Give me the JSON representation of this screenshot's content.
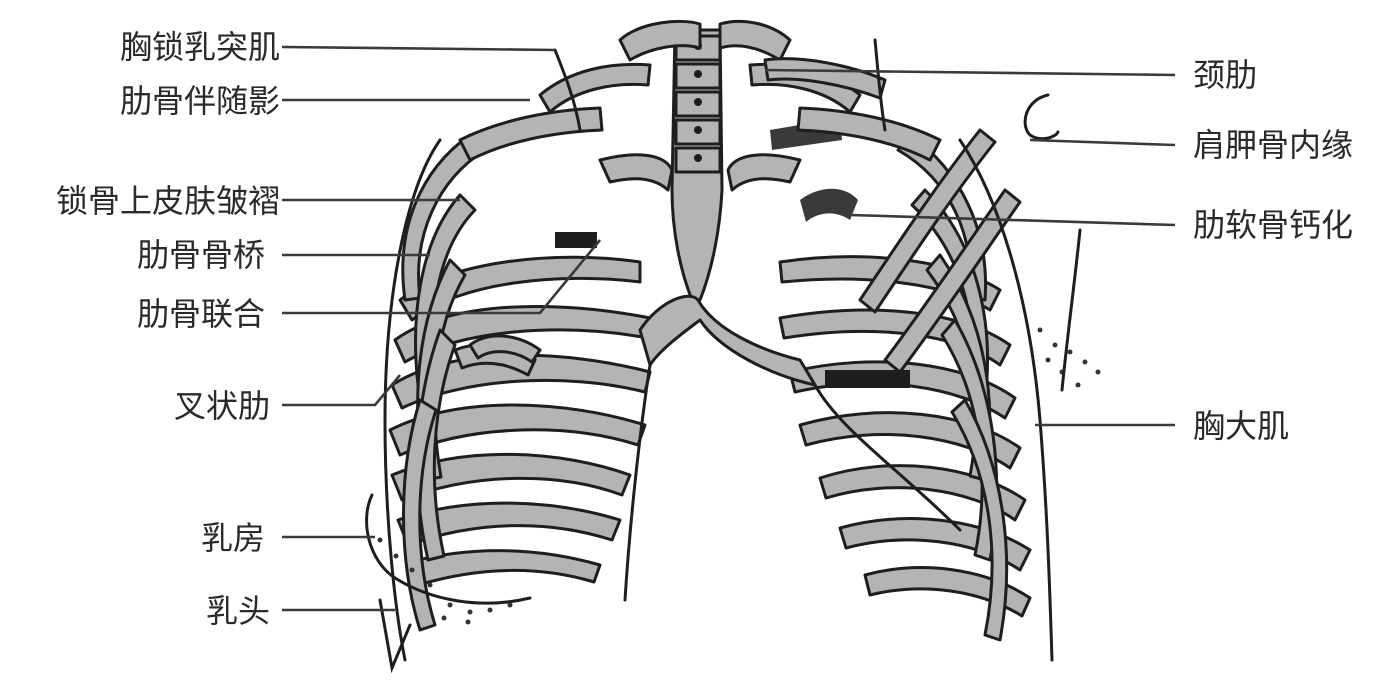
{
  "labels_left": [
    {
      "id": "scm",
      "text": "胸锁乳突肌"
    },
    {
      "id": "companion",
      "text": "肋骨伴随影"
    },
    {
      "id": "skinfold",
      "text": "锁骨上皮肤皱褶"
    },
    {
      "id": "bridge",
      "text": "肋骨骨桥"
    },
    {
      "id": "fusion",
      "text": "肋骨联合"
    },
    {
      "id": "bifid",
      "text": "叉状肋"
    },
    {
      "id": "breast",
      "text": "乳房"
    },
    {
      "id": "nipple",
      "text": "乳头"
    }
  ],
  "labels_right": [
    {
      "id": "cervical",
      "text": "颈肋"
    },
    {
      "id": "scapula",
      "text": "肩胛骨内缘"
    },
    {
      "id": "cartilage",
      "text": "肋软骨钙化"
    },
    {
      "id": "pectoralis",
      "text": "胸大肌"
    }
  ]
}
